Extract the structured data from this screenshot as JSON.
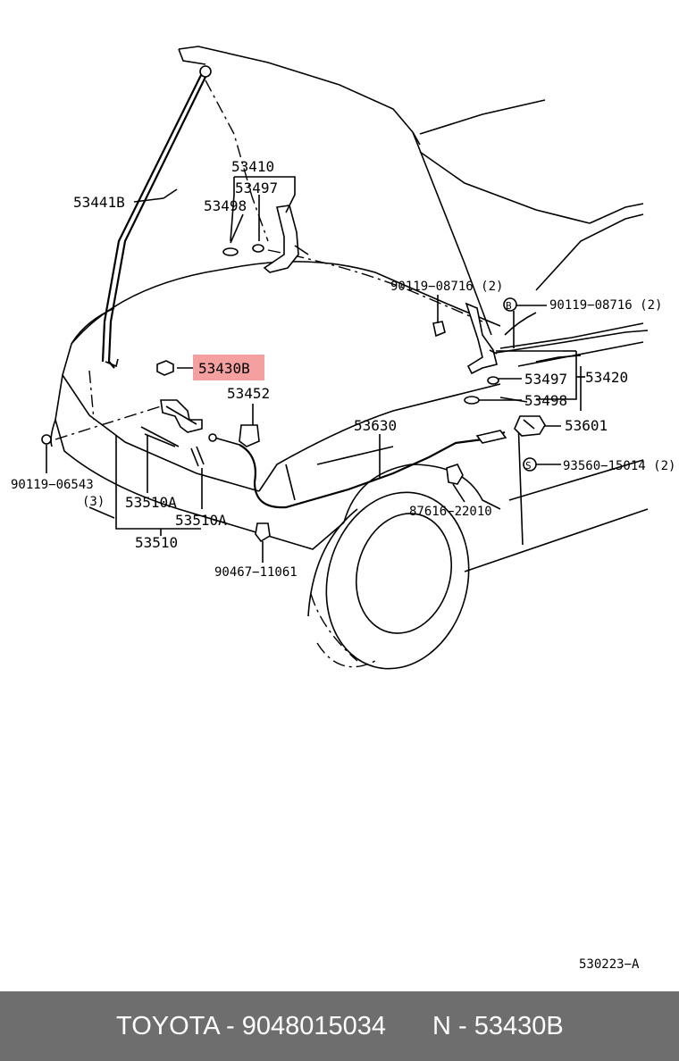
{
  "diagram": {
    "labels": {
      "p53441b": "53441B",
      "p53410": "53410",
      "p53497a": "53497",
      "p53498a": "53498",
      "p53430b": "53430B",
      "p53452": "53452",
      "p90119_08716a": "90119−08716 (2)",
      "p90119_08716b": "90119−08716 (2)",
      "p53497b": "53497",
      "p53420": "53420",
      "p53498b": "53498",
      "p53630": "53630",
      "p53601": "53601",
      "p93560": "93560−15014 (2)",
      "p90119_06543": "90119−06543",
      "qty3": "(3)",
      "p53510a_1": "53510A",
      "p53510a_2": "53510A",
      "p53510": "53510",
      "p87616": "87616−22010",
      "p90467": "90467−11061",
      "circle_b": "B",
      "circle_s": "S",
      "ref_code": "530223−A"
    },
    "highlight_color": "#f4a0a0"
  },
  "footer": {
    "brand_part": "TOYOTA - 9048015034",
    "code": "N - 53430B",
    "bg_color": "#6e6e6e"
  }
}
